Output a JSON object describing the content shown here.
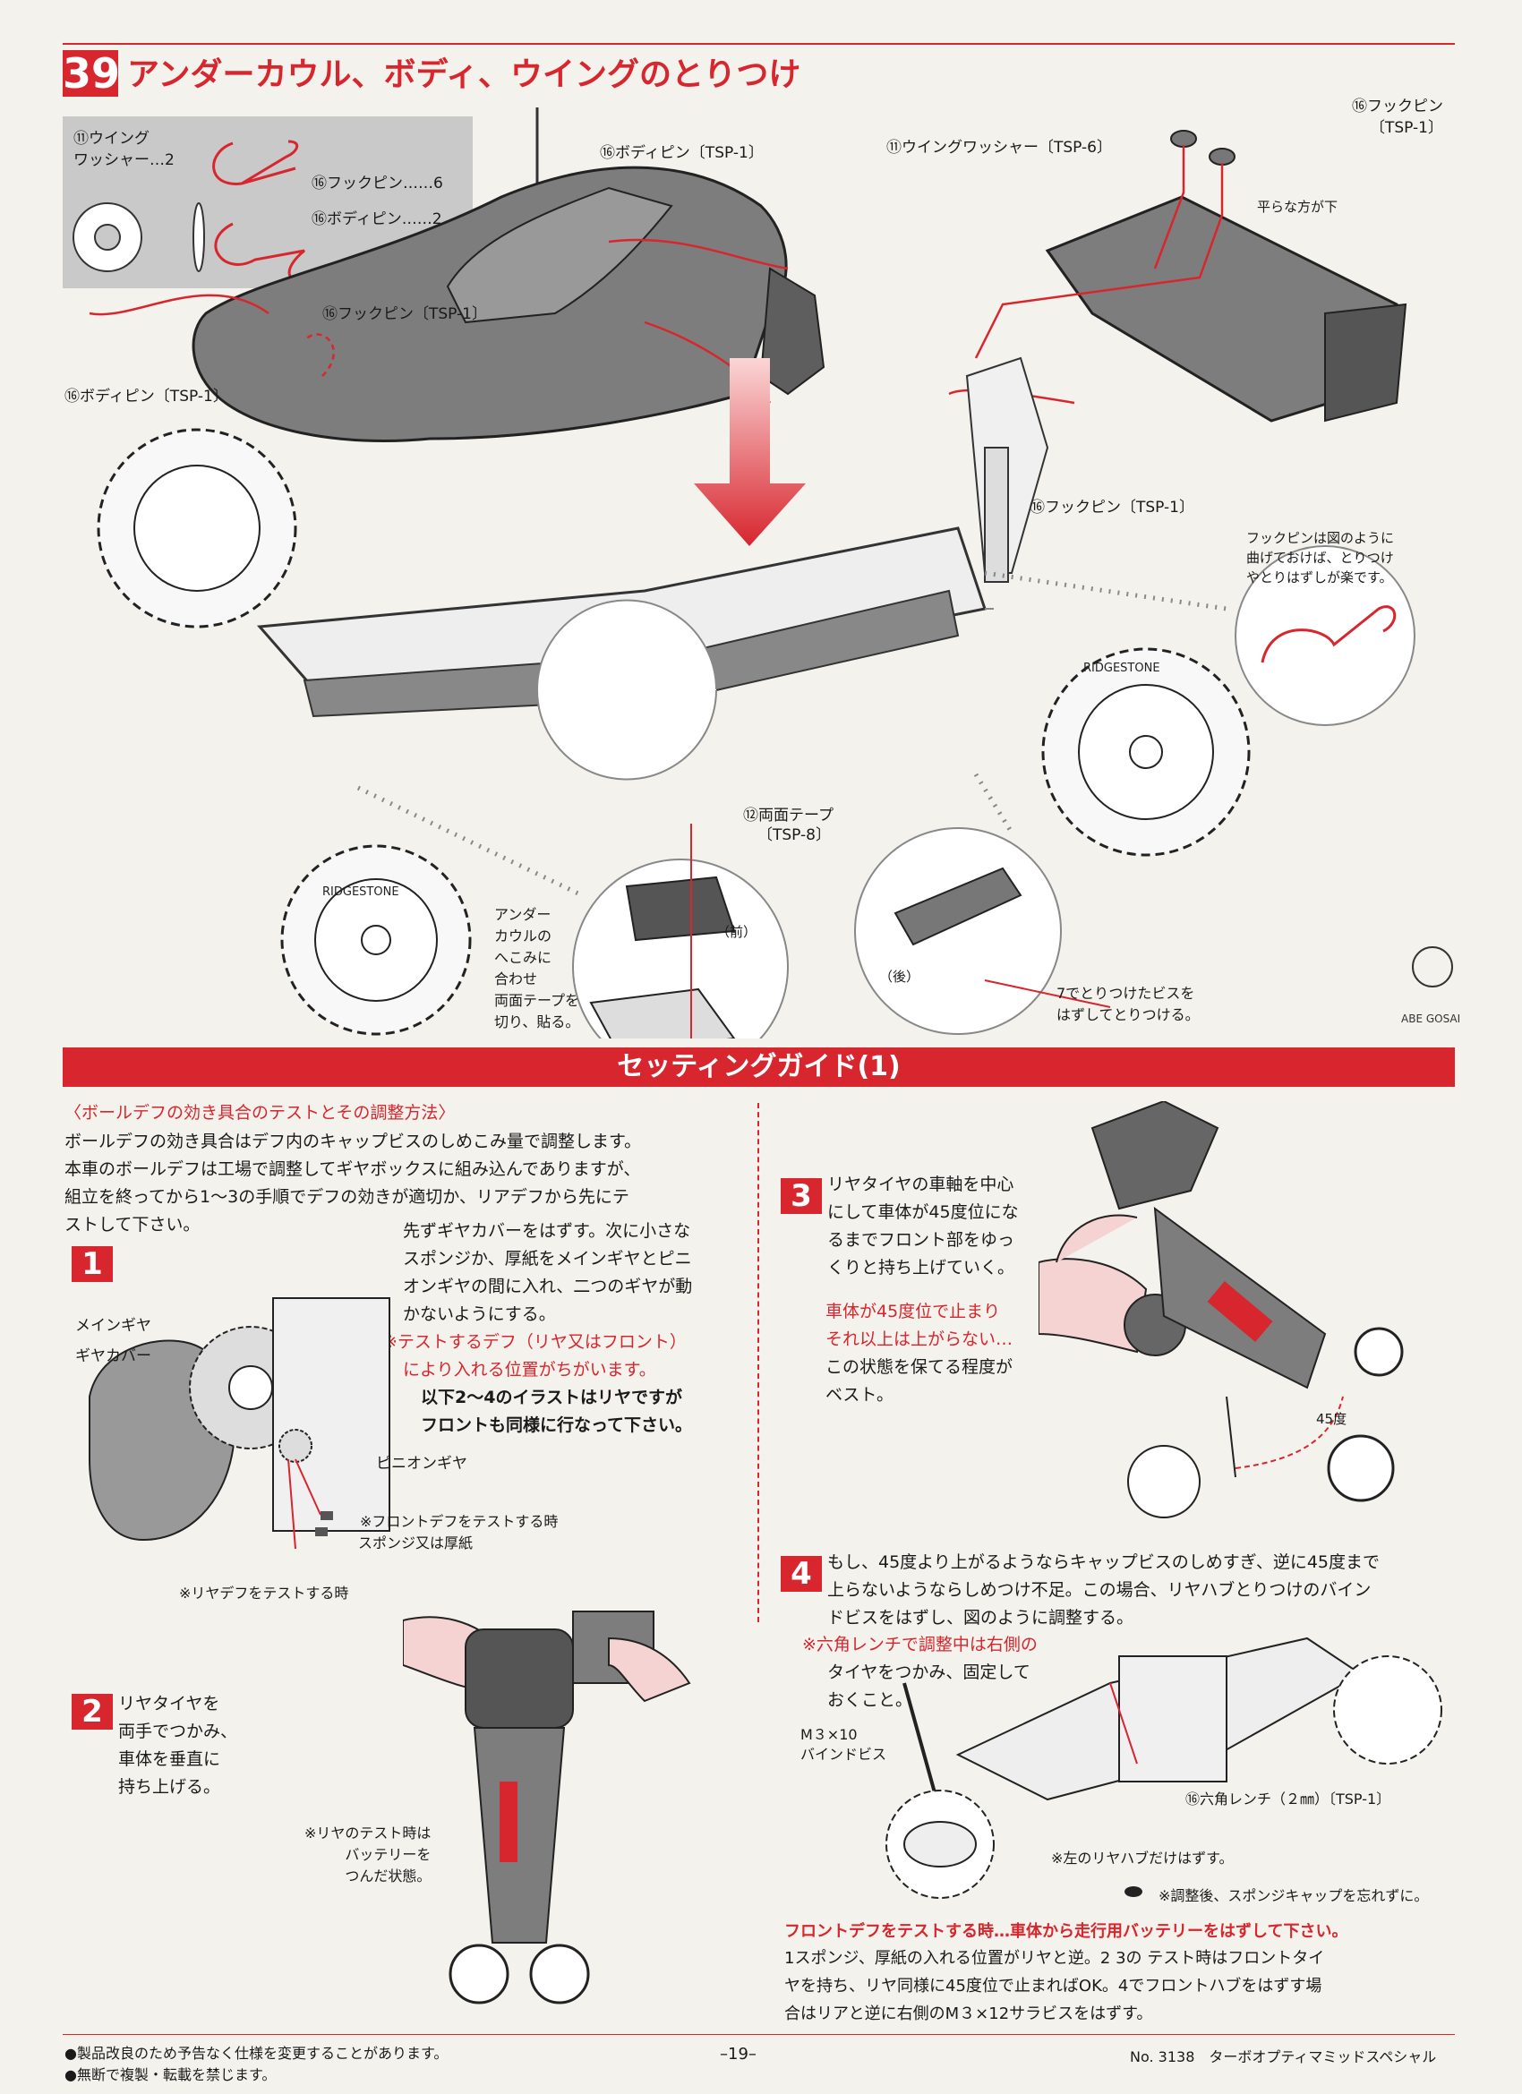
{
  "step39": {
    "number": "39",
    "title": "アンダーカウル、ボディ、ウイングのとりつけ",
    "parts": [
      {
        "line1": "⑪ウイング",
        "line2": "ワッシャー…2"
      },
      {
        "text": "⑯フックピン……6"
      },
      {
        "text": "⑯ボディピン……2"
      }
    ],
    "labels": {
      "body_pin_top": "⑯ボディピン〔TSP-1〕",
      "body_pin_left": "⑯ボディピン〔TSP-1〕",
      "hook_pin_mid": "⑯フックピン〔TSP-1〕",
      "wing_washer": "⑪ウイングワッシャー〔TSP-6〕",
      "hook_pin_tr1": "⑯フックピン",
      "hook_pin_tr2": "〔TSP-1〕",
      "flat_side": "平らな方が下",
      "hook_pin_right": "⑯フックピン〔TSP-1〕",
      "hook_tip": [
        "フックピンは図のように",
        "曲げておけば、とりつけ",
        "やとりはずしが楽です。"
      ],
      "tape1": "⑫両面テープ",
      "tape2": "〔TSP-8〕",
      "undercowl": [
        "アンダー",
        "カウルの",
        "へこみに",
        "合わせ",
        "両面テープを",
        "切り、貼る。"
      ],
      "front": "（前）",
      "rear": "（後）",
      "screw_note": [
        "7でとりつけたビスを",
        "はずしてとりつける。"
      ],
      "tire_brand": "RIDGESTONE",
      "logo": "ABE GOSAI"
    }
  },
  "setting": {
    "banner": "セッティングガイド(1)",
    "subhead": "〈ボールデフの効き具合のテストとその調整方法〉",
    "intro": [
      "ボールデフの効き具合はデフ内のキャップビスのしめこみ量で調整します。",
      "本車のボールデフは工場で調整してギヤボックスに組み込んでありますが、",
      "組立を終ってから1〜3の手順でデフの効きが適切か、リアデフから先にテ",
      "ストして下さい。"
    ],
    "s1": {
      "num": "1",
      "text": [
        "先ずギヤカバーをはずす。次に小さな",
        "スポンジか、厚紙をメインギヤとピニ",
        "オンギヤの間に入れ、二つのギヤが動",
        "かないようにする。"
      ],
      "red": [
        "※テストするデフ（リヤ又はフロント）",
        "により入れる位置がちがいます。"
      ],
      "bold": [
        "以下2〜4のイラストはリヤですが",
        "フロントも同様に行なって下さい。"
      ],
      "labels": {
        "main_gear": "メインギヤ",
        "gear_cover": "ギヤカバー",
        "pinion": "ピニオンギヤ",
        "front_test": "※フロントデフをテストする時",
        "sponge": "スポンジ又は厚紙",
        "rear_test": "※リヤデフをテストする時"
      }
    },
    "s2": {
      "num": "2",
      "text": [
        "リヤタイヤを",
        "両手でつかみ、",
        "車体を垂直に",
        "持ち上げる。"
      ],
      "note": [
        "※リヤのテスト時は",
        "バッテリーを",
        "つんだ状態。"
      ]
    },
    "s3": {
      "num": "3",
      "text": [
        "リヤタイヤの車軸を中心",
        "にして車体が45度位にな",
        "るまでフロント部をゆっ",
        "くりと持ち上げていく。"
      ],
      "red": [
        "車体が45度位で止まり",
        "それ以上は上がらない…"
      ],
      "after": [
        "この状態を保てる程度が",
        "ベスト。"
      ],
      "angle": "45度"
    },
    "s4": {
      "num": "4",
      "text": [
        "もし、45度より上がるようならキャップビスのしめすぎ、逆に45度まで",
        "上らないようならしめつけ不足。この場合、リヤハブとりつけのバイン",
        "ドビスをはずし、図のように調整する。"
      ],
      "note": [
        "※六角レンチで調整中は右側の",
        "タイヤをつかみ、固定して",
        "おくこと。"
      ],
      "labels": {
        "bind_screw1": "M３×10",
        "bind_screw2": "バインドビス",
        "hex": "⑯六角レンチ（２㎜）〔TSP-1〕",
        "left_hub": "※左のリヤハブだけはずす。",
        "cap_note": "※調整後、スポンジキャップを忘れずに。"
      }
    },
    "front_note": {
      "title": "フロントデフをテストする時…車体から走行用バッテリーをはずして下さい。",
      "lines": [
        "1スポンジ、厚紙の入れる位置がリヤと逆。2 3の テスト時はフロントタイ",
        "ヤを持ち、リヤ同様に45度位で止まればOK。4でフロントハブをはずす場",
        "合はリアと逆に右側のM３×12サラビスをはずす。"
      ]
    }
  },
  "footer": {
    "note1": "●製品改良のため予告なく仕様を変更することがあります。",
    "note2": "●無断で複製・転載を禁じます。",
    "page": "–19–",
    "model": "No. 3138　ターボオプティマミッドスペシャル"
  },
  "colors": {
    "accent": "#d7262e",
    "body_gray": "#7d7d7d",
    "paper": "#f4f2ec"
  }
}
